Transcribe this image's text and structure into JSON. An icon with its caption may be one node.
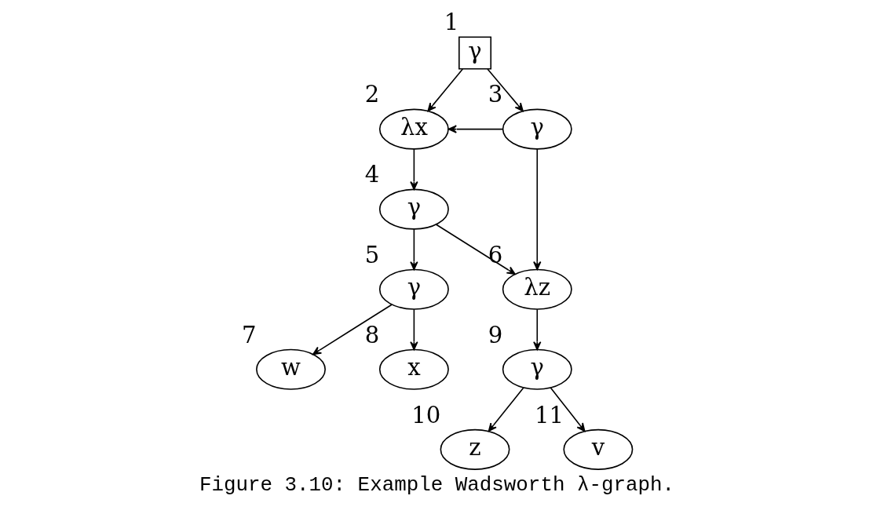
{
  "diagram": {
    "caption": "Figure 3.10: Example Wadsworth λ-graph.",
    "nodes": [
      {
        "text": [
          "γ"
        ],
        "beside": [
          "1"
        ]
      },
      {
        "text": [
          "λx"
        ],
        "beside": [
          "2"
        ]
      },
      {
        "text": [
          "γ"
        ],
        "beside": [
          "3"
        ]
      },
      {
        "text": [
          "γ"
        ],
        "beside": [
          "4"
        ]
      },
      {
        "text": [
          "γ"
        ],
        "beside": [
          "5"
        ]
      },
      {
        "text": [
          "λz"
        ],
        "beside": [
          "6"
        ]
      },
      {
        "text": [
          "w"
        ],
        "beside": [
          "7"
        ]
      },
      {
        "text": [
          "x"
        ],
        "beside": [
          "8"
        ]
      },
      {
        "text": [
          "γ"
        ],
        "beside": [
          "9"
        ]
      },
      {
        "text": [
          "z"
        ],
        "beside": [
          "10"
        ]
      },
      {
        "text": [
          "v"
        ],
        "beside": [
          "11"
        ]
      }
    ],
    "edges": [
      {
        "from": 0,
        "to": 1,
        "arrow": "to"
      },
      {
        "from": 0,
        "to": 2,
        "arrow": "to"
      },
      {
        "from": 2,
        "to": 1,
        "arrow": "to"
      },
      {
        "from": 1,
        "to": 3,
        "arrow": "to"
      },
      {
        "from": 2,
        "to": 5,
        "arrow": "to"
      },
      {
        "from": 3,
        "to": 4,
        "arrow": "to"
      },
      {
        "from": 3,
        "to": 5,
        "arrow": "to"
      },
      {
        "from": 4,
        "to": 6,
        "arrow": "to"
      },
      {
        "from": 4,
        "to": 7,
        "arrow": "to"
      },
      {
        "from": 5,
        "to": 8,
        "arrow": "to"
      },
      {
        "from": 8,
        "to": 9,
        "arrow": "to"
      },
      {
        "from": 8,
        "to": 10,
        "arrow": "to"
      }
    ]
  }
}
